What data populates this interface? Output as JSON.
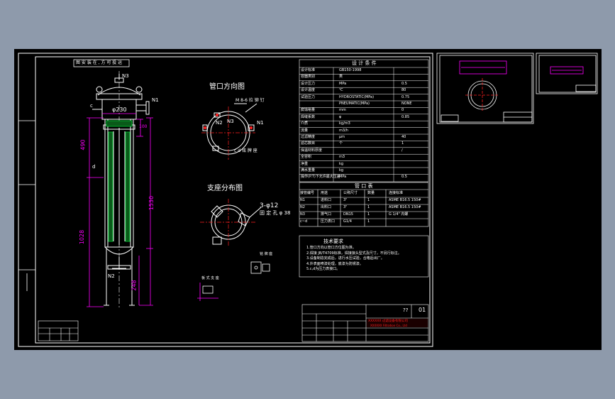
{
  "drawing": {
    "top_note": "图 安 装 在 , 方 可 投 运",
    "nozzle_view_title": "管口方向图",
    "support_view_title": "支座分布图",
    "support_note_a": "3-φ12",
    "support_note_b": "固 定 孔 φ 38",
    "vessel_diameter": "φ230",
    "dims": {
      "d490": "490",
      "d1530": "1530",
      "d1028": "1028",
      "d248": "248",
      "d100": "100"
    },
    "nozzle_labels": {
      "n1": "N1",
      "n2": "N2",
      "n3": "N3",
      "c": "c",
      "d": "d",
      "n1b": "N1",
      "n2b": "N2",
      "n3b": "N3"
    },
    "plan_notes": {
      "a": "M 8-6 拉 铆 钉",
      "b": "c d  铭 牌 座"
    },
    "detail_a": "铭 牌 座",
    "detail_b": "板 式 支 座"
  },
  "design_table": {
    "title": "设 计 条 件",
    "rows": [
      [
        "设计标准",
        "GB150-1998",
        ""
      ],
      [
        "容器类别",
        "类",
        ""
      ],
      [
        "设计压力",
        "MPa",
        "0.5"
      ],
      [
        "设计温度",
        "℃",
        "80"
      ],
      [
        "试验压力",
        "HYDROSTATIC(MPa)",
        "0.75"
      ],
      [
        "",
        "PNEUMATIC(MPa)",
        "NONE"
      ],
      [
        "腐蚀裕量",
        "mm",
        "0"
      ],
      [
        "焊缝系数",
        "φ",
        "0.85"
      ],
      [
        "介质",
        "kg/m3",
        ""
      ],
      [
        "流量",
        "m3/h",
        ""
      ],
      [
        "过滤精度",
        "μm",
        "40"
      ],
      [
        "滤芯数目",
        "个",
        "1"
      ],
      [
        "保温材料厚度",
        "",
        "/"
      ],
      [
        "全容积",
        "m3",
        ""
      ],
      [
        "净重",
        "kg",
        ""
      ],
      [
        "满水重量",
        "kg",
        ""
      ],
      [
        "操作(P.T)下允许最大压差",
        "MPa",
        "0.5"
      ]
    ]
  },
  "nozzle_table": {
    "title": "管 口 表",
    "headers": [
      "接管编号",
      "用途",
      "公称尺寸",
      "数量",
      "连接标准"
    ],
    "rows": [
      [
        "N1",
        "进料口",
        "3\"",
        "1",
        "ASME B16.5 150#"
      ],
      [
        "N2",
        "出料口",
        "3\"",
        "1",
        "ASME B16.5 150#"
      ],
      [
        "N3",
        "排气口",
        "DN15",
        "1",
        "G 1/4\" 内螺"
      ],
      [
        "c~d",
        "压力表口",
        "G1/4",
        "1",
        ""
      ]
    ]
  },
  "tech_req": {
    "title": "技术要求",
    "items": [
      "1.管口方向以管口方位图为准。",
      "2.焊接 JB/T4709标准，焊接接头型式及尺寸，不另行标注。",
      "3.设备制造完成后，进行水压试验，合格后出厂。",
      "4.外表面喷漆处理，底漆为防锈漆。",
      "5.c,d为压力表接口。"
    ]
  },
  "title_block": {
    "company_cn": "XXXXXX 过滤设备有限公司",
    "company_en": "XXXXXX Filtration Co., Ltd",
    "qmark": "??",
    "num": "01"
  },
  "colors": {
    "bg": "#8e9aab",
    "paper": "#000000",
    "line": "#ffffff",
    "dim": "#ff00ff",
    "hatch": "#00cc33",
    "red": "#ff2020",
    "yellow": "#ffff40",
    "green": "#00ff40",
    "cyan": "#00ffff"
  }
}
